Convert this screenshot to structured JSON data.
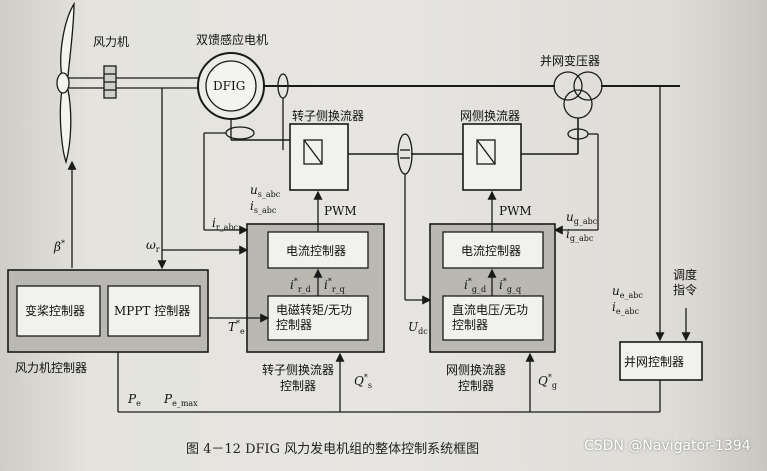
{
  "labels": {
    "wind_turbine": "风力机",
    "dfig_title": "双馈感应电机",
    "dfig": "DFIG",
    "grid_transformer": "并网变压器",
    "rsc": "转子侧换流器",
    "gsc": "网侧换流器",
    "pwm": "PWM",
    "current_ctrl": "电流控制器",
    "torque_ctrl": "电磁转矩/无功\n控制器",
    "dc_ctrl": "直流电压/无功\n控制器",
    "pitch_ctrl": "变桨控制器",
    "mppt_ctrl": "MPPT 控制器",
    "wt_controller": "风力机控制器",
    "rsc_controller": "转子侧换流器\n控制器",
    "gsc_controller": "网侧换流器\n控制器",
    "dispatch": "调度\n指令",
    "grid_controller": "并网控制器"
  },
  "signals": {
    "beta": [
      "β",
      "*",
      ""
    ],
    "omega": [
      "ω",
      "",
      "r"
    ],
    "us": [
      "u",
      "",
      "s_abc"
    ],
    "is": [
      "i",
      "",
      "s_abc"
    ],
    "ir": [
      "i",
      "",
      "r_abc"
    ],
    "te": [
      "T",
      "*",
      "e"
    ],
    "ird": [
      "i",
      "*",
      "r_d"
    ],
    "irq": [
      "i",
      "*",
      "r_q"
    ],
    "qs": [
      "Q",
      "*",
      "s"
    ],
    "udc": [
      "U",
      "",
      "dc"
    ],
    "igd": [
      "i",
      "*",
      "g_d"
    ],
    "igq": [
      "i",
      "*",
      "g_q"
    ],
    "ug": [
      "u",
      "",
      "g_abc"
    ],
    "ig": [
      "i",
      "",
      "g_abc"
    ],
    "qg": [
      "Q",
      "*",
      "g"
    ],
    "ue": [
      "u",
      "",
      "e_abc"
    ],
    "ie": [
      "i",
      "",
      "e_abc"
    ],
    "pe": [
      "P",
      "",
      "e"
    ],
    "pemax": [
      "P",
      "",
      "e_max"
    ]
  },
  "caption": "图 4－12   DFIG 风力发电机组的整体控制系统框图",
  "watermark": "CSDN @Navigator-1394",
  "colors": {
    "line": "#1a1a1a",
    "grayBox": "#b9b8b3",
    "whiteBox": "#f1f1ee"
  }
}
